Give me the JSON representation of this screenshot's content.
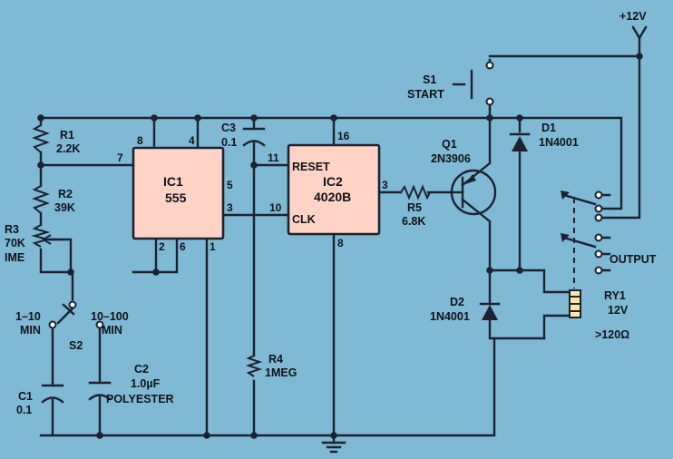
{
  "supply": "+12V",
  "s1": {
    "ref": "S1",
    "label": "START"
  },
  "r1": {
    "ref": "R1",
    "value": "2.2K"
  },
  "r2": {
    "ref": "R2",
    "value": "39K"
  },
  "r3": {
    "ref": "R3",
    "value": "70K",
    "extra": "IME"
  },
  "c3": {
    "ref": "C3",
    "value": "0.1"
  },
  "ic1": {
    "ref": "IC1",
    "part": "555",
    "pins": [
      "8",
      "4",
      "7",
      "5",
      "3",
      "2",
      "6",
      "1"
    ]
  },
  "ic2": {
    "ref": "IC2",
    "part": "4020B",
    "reset": "RESET",
    "clk": "CLK",
    "pins": [
      "16",
      "11",
      "3",
      "10",
      "8"
    ]
  },
  "r5": {
    "ref": "R5",
    "value": "6.8K"
  },
  "q1": {
    "ref": "Q1",
    "part": "2N3906"
  },
  "d1": {
    "ref": "D1",
    "part": "1N4001"
  },
  "d2": {
    "ref": "D2",
    "part": "1N4001"
  },
  "output": "OUTPUT",
  "ry1": {
    "ref": "RY1",
    "voltage": "12V",
    "resistance": ">120Ω"
  },
  "s2": {
    "ref": "S2",
    "left": [
      "1–10",
      "MIN"
    ],
    "right": [
      "10–100",
      "MIN"
    ]
  },
  "c1": {
    "ref": "C1",
    "value": "0.1"
  },
  "c2": {
    "ref": "C2",
    "value": "1.0µF",
    "type": "POLYESTER"
  },
  "r4": {
    "ref": "R4",
    "value": "1MEG"
  }
}
